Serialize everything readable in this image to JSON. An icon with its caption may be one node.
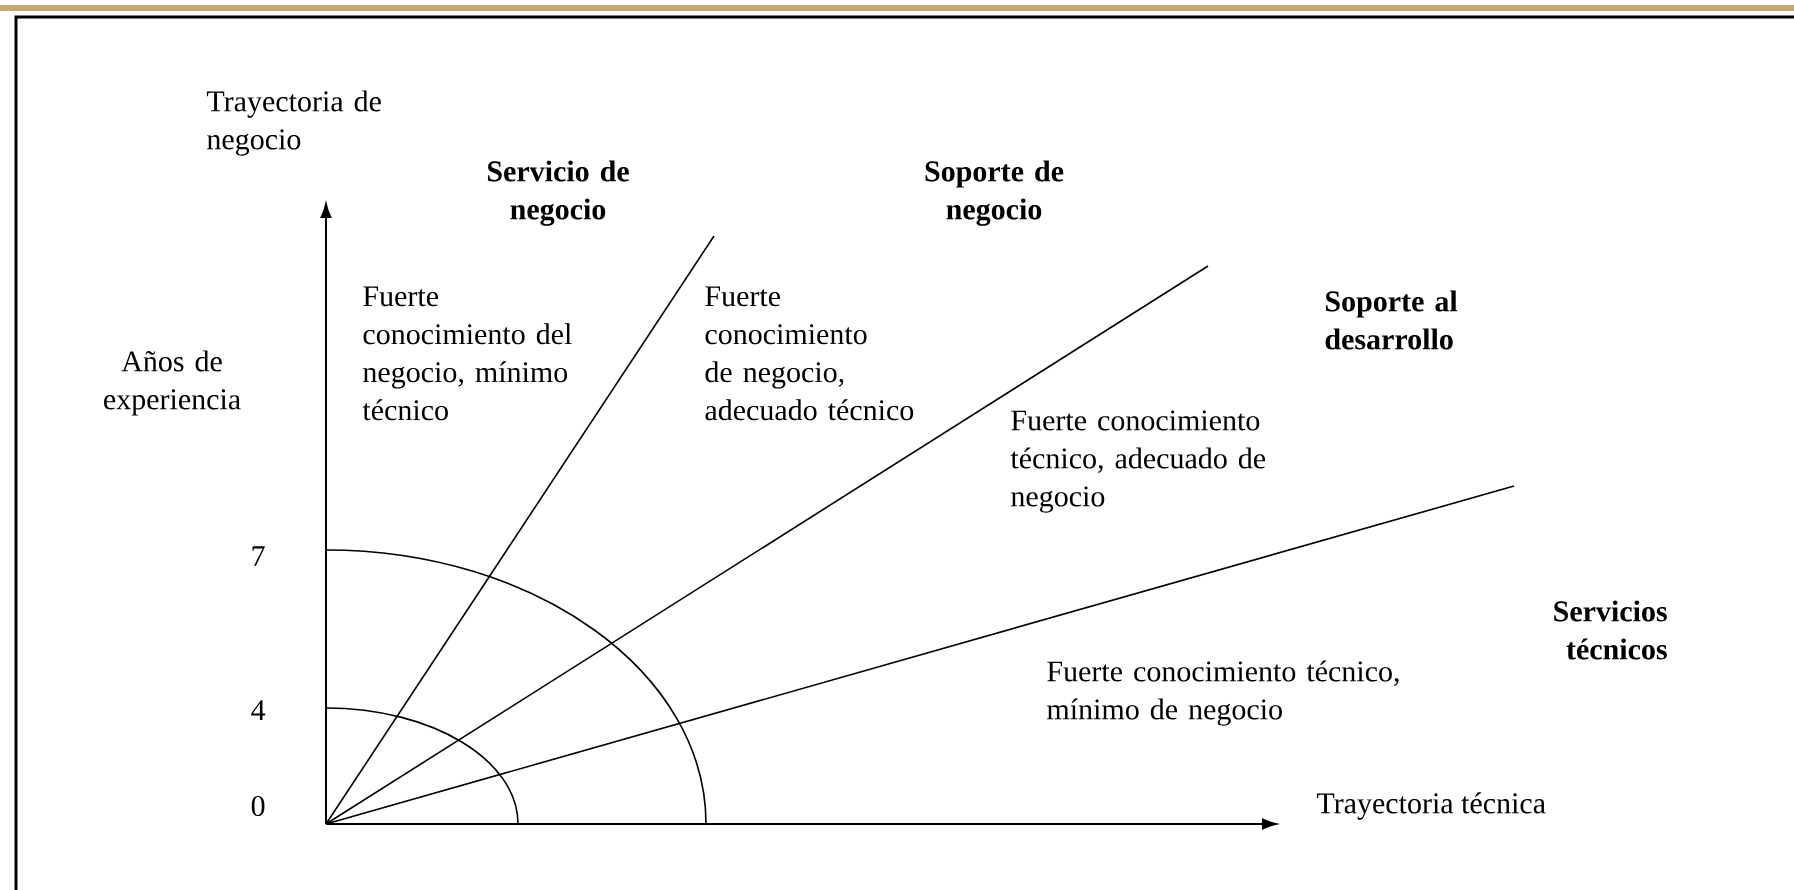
{
  "diagram": {
    "labels": [
      "Trayectoria de negocio",
      "Servicio de negocio",
      "Soporte de negocio",
      "Fuerte conocimiento del negocio, mínimo técnico",
      "Fuerte conocimiento de negocio, adecuado técnico",
      "Soporte al desarrollo",
      "Años de experiencia",
      "Fuerte conocimiento técnico, adecuado de negocio",
      "7",
      "Servicios técnicos",
      "Fuerte conocimiento técnico, mínimo de negocio",
      "4",
      "0",
      "Trayectoria técnica"
    ]
  }
}
